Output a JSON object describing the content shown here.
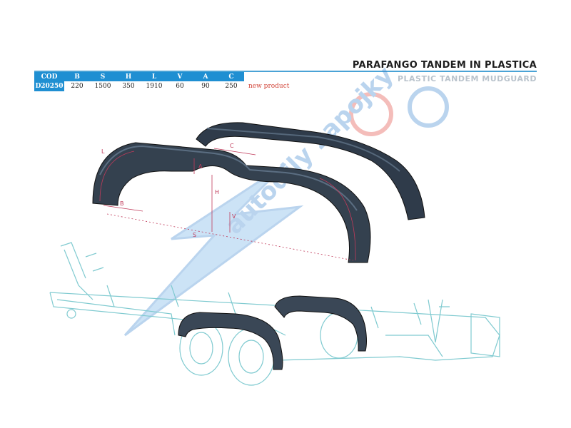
{
  "header": {
    "title": "PARAFANGO TANDEM IN PLASTICA",
    "subtitle": "PLASTIC TANDEM MUDGUARD"
  },
  "spec_table": {
    "headers": [
      "COD",
      "B",
      "S",
      "H",
      "L",
      "V",
      "A",
      "C"
    ],
    "row": {
      "code": "D20250",
      "values": [
        "220",
        "1500",
        "350",
        "1910",
        "60",
        "90",
        "250"
      ],
      "note": "new product"
    }
  },
  "diagram": {
    "dimension_labels": [
      "L",
      "A",
      "C",
      "H",
      "V",
      "B",
      "S"
    ]
  },
  "watermark": {
    "text": "autodily zapojky"
  },
  "colors": {
    "table_header": "#1f8fd2",
    "note": "#d2463a",
    "dimension": "#c03a5a",
    "fender": "#2f3b4a",
    "trailer_line": "#7fcad0"
  }
}
